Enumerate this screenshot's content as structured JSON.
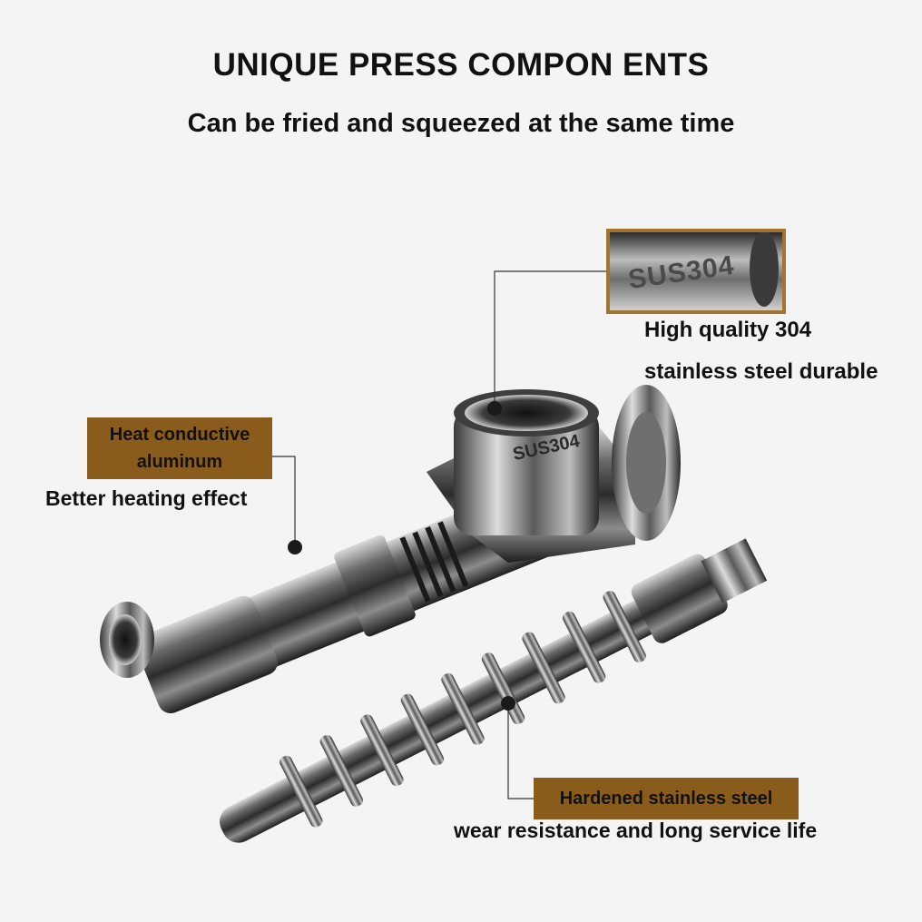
{
  "header": {
    "title": "UNIQUE PRESS COMPON ENTS",
    "subtitle": "Can be fried and squeezed at the same time"
  },
  "callouts": {
    "aluminum": {
      "box_line1": "Heat conductive",
      "box_line2": "aluminum",
      "caption": "Better heating effect"
    },
    "stainless": {
      "stamp_text": "SUS304",
      "caption_line1": "High quality 304",
      "caption_line2": "stainless steel durable"
    },
    "screw": {
      "box_text": "Hardened stainless steel",
      "caption": "wear resistance and long service life"
    }
  },
  "colors": {
    "background": "#f4f4f4",
    "label_box": "#8a5c1c",
    "inset_border": "#a3742d"
  }
}
